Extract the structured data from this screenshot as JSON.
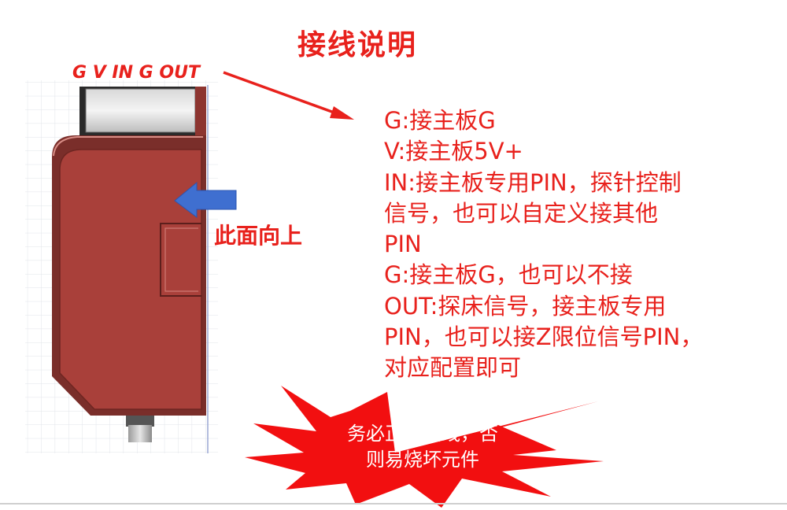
{
  "title": "接线说明",
  "pin_label": "G V IN G OUT",
  "face_up_label": "此面向上",
  "description_lines": [
    "G:接主板G",
    "V:接主板5V+",
    "IN:接主板专用PIN，探针控制",
    "信号，也可以自定义接其他",
    "PIN",
    "G:接主板G，也可以不接",
    "OUT:探床信号，接主板专用",
    "PIN，也可以接Z限位信号PIN，",
    "对应配置即可"
  ],
  "warning_lines": [
    "务必正确接线，否",
    "则易烧坏元件"
  ],
  "colors": {
    "text_red": "#e8211c",
    "housing_red": "#a9403a",
    "arrow_blue": "#3f6fd0",
    "grid": "#e1e4ea"
  },
  "icons": [
    "red-pointer-arrow",
    "blue-arrow-left",
    "warning-starburst"
  ]
}
